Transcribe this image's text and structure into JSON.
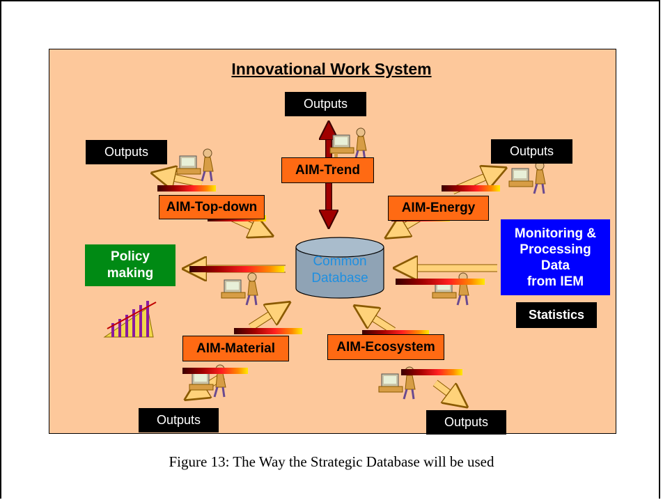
{
  "title": "Innovational Work System",
  "database": {
    "label": "Common\nDatabase"
  },
  "models": {
    "trend": "AIM-Trend",
    "top_down": "AIM-Top-down",
    "energy": "AIM-Energy",
    "material": "AIM-Material",
    "ecosystem": "AIM-Ecosystem"
  },
  "outputs_label": "Outputs",
  "policy": "Policy\nmaking",
  "monitoring": "Monitoring &\nProcessing\nData\nfrom IEM",
  "statistics": "Statistics",
  "caption": "Figure 13:  The Way the Strategic Database will be used",
  "colors": {
    "panel": "#fdc89b",
    "model_box": "#ff6a13",
    "monitoring_box": "#0000ff",
    "policy_box": "#008a14",
    "arrow": "#ffd27a",
    "database": "#8fa3b5"
  }
}
